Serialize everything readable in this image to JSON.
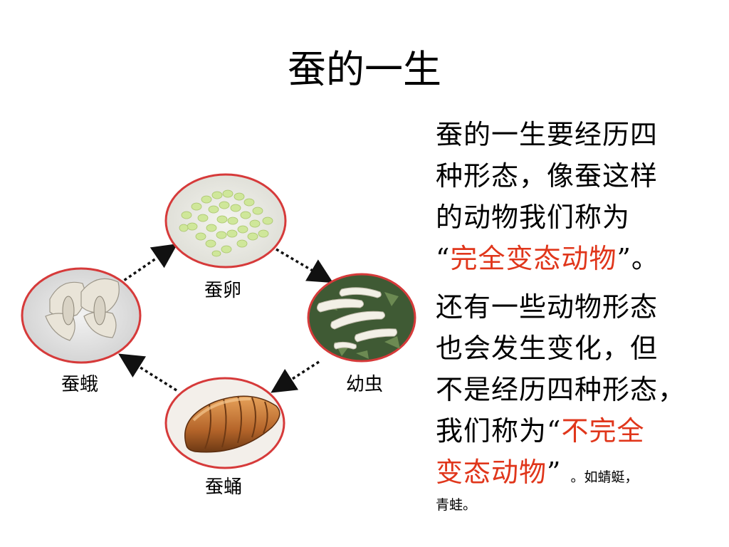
{
  "title": "蚕的一生",
  "diagram": {
    "stages": [
      {
        "name": "egg",
        "label": "蚕卵"
      },
      {
        "name": "larva",
        "label": "幼虫"
      },
      {
        "name": "pupa",
        "label": "蚕蛹"
      },
      {
        "name": "moth",
        "label": "蚕蛾"
      }
    ],
    "colors": {
      "ring": "#d63a3a",
      "arrow": "#111111"
    }
  },
  "paragraph1": {
    "line1": "蚕的一生要经历四",
    "line2": "种形态，像蚕这样",
    "line3": "的动物我们称为",
    "quote_open": "“",
    "term": "完全变态动物",
    "quote_close": "”。"
  },
  "paragraph2": {
    "line1": "还有一些动物形态",
    "line2": "也会发生变化，但",
    "line3": "不是经历四种形态，",
    "line4_prefix": "我们称为“",
    "term_part1": "不完全",
    "term_part2": "变态动物",
    "quote_close": "”",
    "example_part1": "。如蜻蜓，",
    "example_part2": "青蛙。"
  },
  "highlight_color": "#e0361b"
}
